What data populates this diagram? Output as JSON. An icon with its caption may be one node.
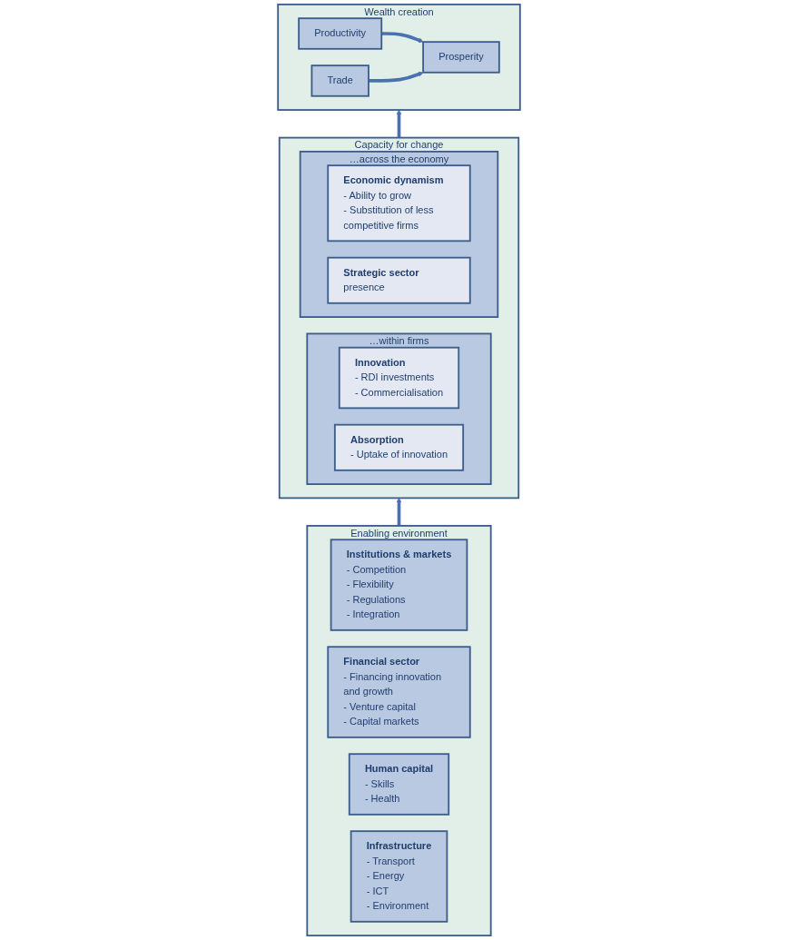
{
  "diagram": {
    "nodes": [
      {
        "text": [
          "Wealth creation"
        ]
      },
      {
        "text": [
          "Productivity"
        ],
        "in": 0
      },
      {
        "text": [
          "Prosperity"
        ],
        "in": 0
      },
      {
        "text": [
          "Trade"
        ],
        "in": 0
      },
      {
        "text": [
          "Capacity for change"
        ]
      },
      {
        "text": [
          "…within firms"
        ],
        "in": 4
      },
      {
        "text": [
          "Innovation",
          "- RDI investments",
          "- Commercialisation"
        ],
        "in": 5
      },
      {
        "text": [
          "Absorption",
          "- Uptake of innovation"
        ],
        "in": 5
      },
      {
        "text": [
          "…across the economy"
        ],
        "in": 4
      },
      {
        "text": [
          "Economic dynamism",
          "- Ability to grow",
          "- Substitution of less competitive firms"
        ],
        "in": 8
      },
      {
        "text": [
          "**Strategic sector** presence"
        ],
        "in": 8
      },
      {
        "text": [
          "Enabling environment"
        ]
      },
      {
        "text": [
          "Institutions & markets",
          "- Competition",
          "- Flexibility",
          "- Regulations",
          "- Integration"
        ],
        "in": 11
      },
      {
        "text": [
          "Financial sector",
          "- Financing innovation and growth",
          "- Venture capital",
          "- Capital markets"
        ],
        "in": 11
      },
      {
        "text": [
          "Human capital",
          "- Skills",
          "- Health"
        ],
        "in": 11
      },
      {
        "text": [
          "Infrastructure",
          "- Transport",
          "- Energy",
          "- ICT",
          "- Environment"
        ],
        "in": 11
      }
    ],
    "edges": [
      {
        "from": 1,
        "to": 2,
        "arrow": "to"
      },
      {
        "from": 3,
        "to": 2,
        "arrow": "to"
      },
      {
        "from": 4,
        "to": 0,
        "arrow": "to"
      },
      {
        "from": 11,
        "to": 4,
        "arrow": "to"
      }
    ]
  }
}
